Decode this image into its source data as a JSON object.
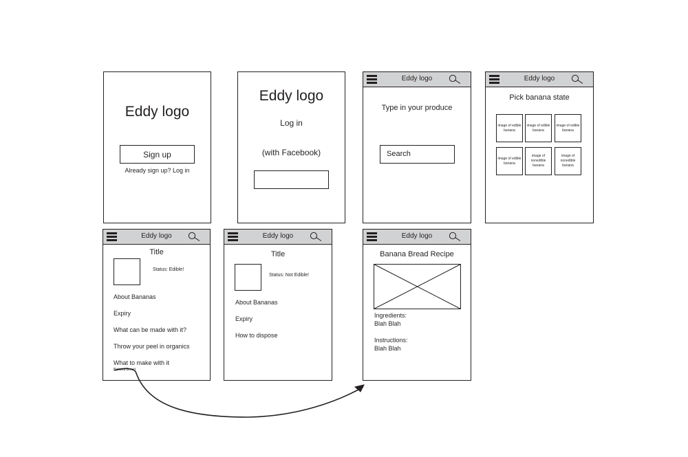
{
  "screen_signup": {
    "logo": "Eddy logo",
    "signup_button": "Sign up",
    "login_prompt": "Already sign up? Log in"
  },
  "screen_login": {
    "logo": "Eddy logo",
    "login_label": "Log in",
    "facebook_label": "(with Facebook)"
  },
  "header": {
    "logo": "Eddy logo"
  },
  "screen_search": {
    "prompt": "Type in your produce",
    "search_label": "Search"
  },
  "screen_pick": {
    "title": "Pick banana state",
    "tiles": [
      "image of edible banana",
      "image of edible banana",
      "image of edible banana",
      "image of edible banana",
      "image of nonedible banana",
      "image of nonedible banana"
    ]
  },
  "screen_edible": {
    "title": "Title",
    "status": "Status: Edible!",
    "links": [
      "About Bananas",
      "Expiry",
      "What can be made with it?",
      "Throw your peel in organics",
      "What to make with it"
    ],
    "sublink": "Banana Bread"
  },
  "screen_not_edible": {
    "title": "Title",
    "status": "Status: Not Edible!",
    "links": [
      "About Bananas",
      "Expiry",
      "How to dispose"
    ]
  },
  "screen_recipe": {
    "title": "Banana Bread Recipe",
    "ingredients_label": "Ingredients:",
    "ingredients_text": "Blah Blah",
    "instructions_label": "Instructions:",
    "instructions_text": "Blah Blah"
  }
}
